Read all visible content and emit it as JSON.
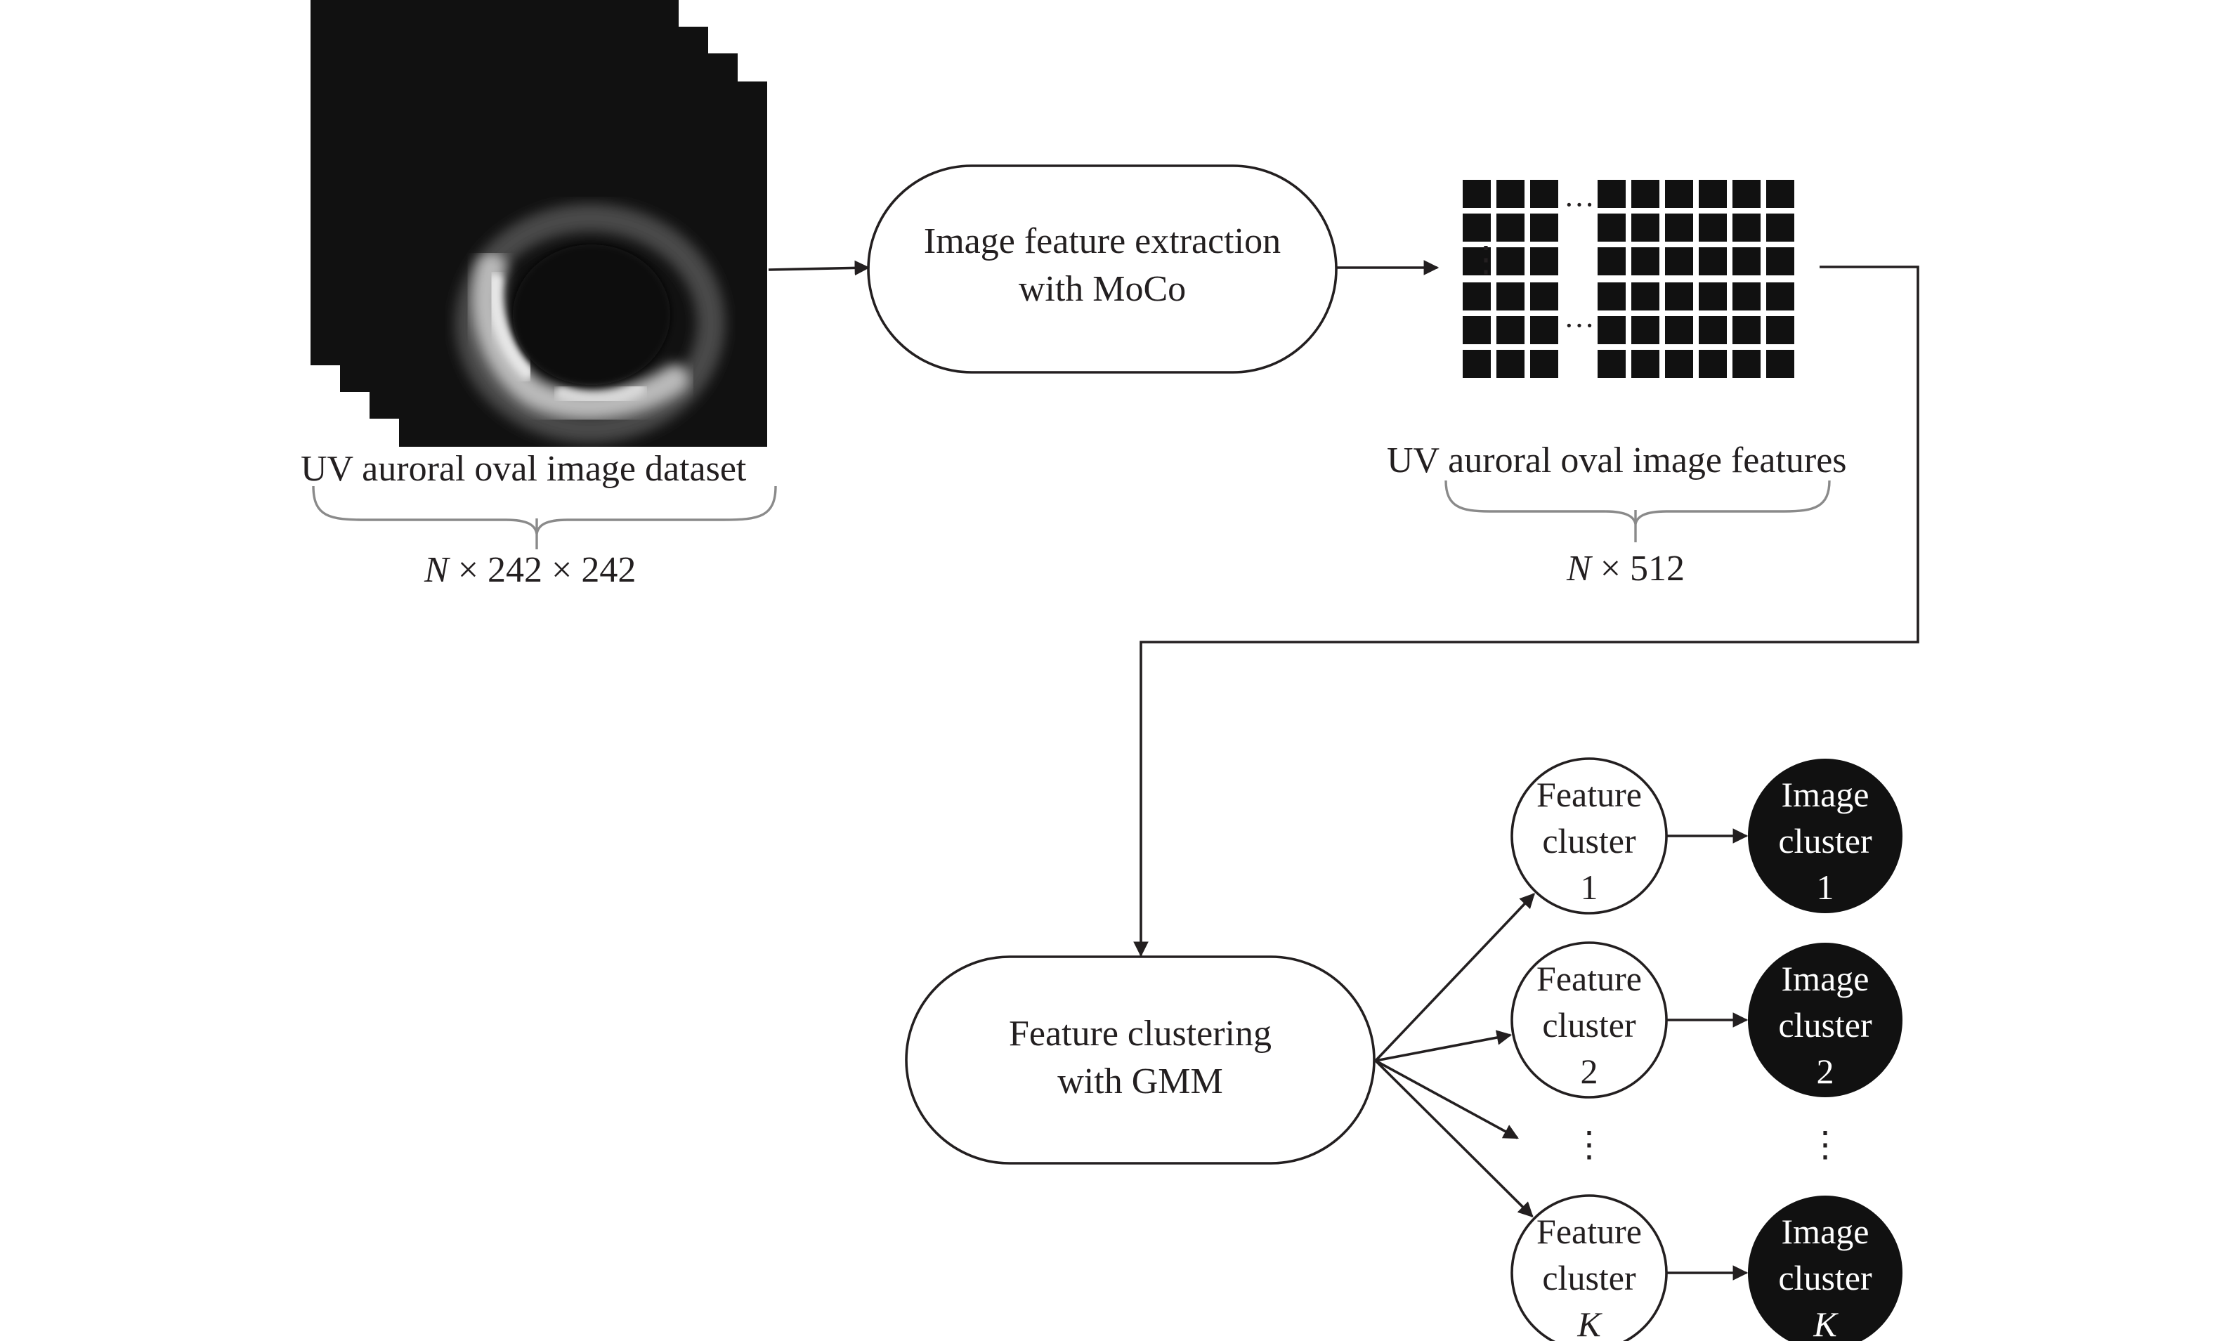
{
  "dataset": {
    "label": "UV auroral oval image dataset",
    "dim_var": "N",
    "dim_rest": " × 242 × 242"
  },
  "extraction": {
    "line1": "Image feature extraction",
    "line2": "with MoCo"
  },
  "features": {
    "label": "UV auroral oval image features",
    "dim_var": "N",
    "dim_rest": " × 512",
    "ellipsis_h": "···",
    "ellipsis_v": "⋮"
  },
  "clustering": {
    "line1": "Feature clustering",
    "line2": "with GMM"
  },
  "clusters": [
    {
      "feature": [
        "Feature",
        "cluster"
      ],
      "image": [
        "Image",
        "cluster"
      ],
      "index": "1",
      "italic": false
    },
    {
      "feature": [
        "Feature",
        "cluster"
      ],
      "image": [
        "Image",
        "cluster"
      ],
      "index": "2",
      "italic": false
    },
    {
      "feature": [
        "Feature",
        "cluster"
      ],
      "image": [
        "Image",
        "cluster"
      ],
      "index": "K",
      "italic": true
    }
  ],
  "vdots": "⋮"
}
